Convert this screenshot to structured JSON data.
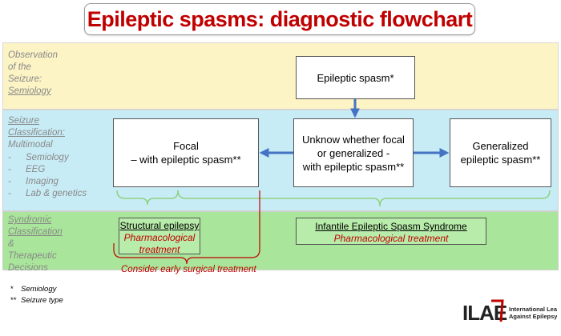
{
  "title": "Epileptic spasms: diagnostic flowchart",
  "rows": {
    "observation": [
      "Observation",
      "of the",
      "Seizure:",
      "Semiology"
    ],
    "classification": {
      "heading": [
        "Seizure",
        "Classification:",
        "Multimodal"
      ],
      "items": [
        "Semiology",
        "EEG",
        "Imaging",
        "Lab & genetics"
      ]
    },
    "syndromic": [
      "Syndromic",
      "Classification",
      "&",
      "Therapeutic",
      "Decisions"
    ]
  },
  "boxes": {
    "spasm": "Epileptic spasm*",
    "focal": [
      "Focal",
      "– with epileptic spasm**"
    ],
    "unknown": [
      "Unknow whether focal",
      "or generalized -",
      "with epileptic spasm**"
    ],
    "generalized": [
      "Generalized",
      "epileptic spasm**"
    ]
  },
  "decisions": {
    "structural": {
      "title": "Structural epilepsy",
      "treatment": [
        "Pharmacological",
        "treatment"
      ]
    },
    "ies": {
      "title": "Infantile Epileptic Spasm Syndrome",
      "treatment": "Pharmacological treatment"
    },
    "surgical": "Consider early surgical treatment"
  },
  "footnotes": [
    {
      "marker": "*",
      "text": "Semiology"
    },
    {
      "marker": "**",
      "text": "Seizure type"
    }
  ],
  "logo": {
    "mark": "ILAE",
    "lines": [
      "International League",
      "Against Epilepsy"
    ]
  },
  "colors": {
    "title_red": "#c00000",
    "band_observation": "#fcf4c5",
    "band_classification": "#c8ecf6",
    "band_syndromic": "#a9e59a",
    "arrow_blue": "#4472c4",
    "bracket_green": "#8fd17f",
    "bracket_red": "#c00000"
  }
}
